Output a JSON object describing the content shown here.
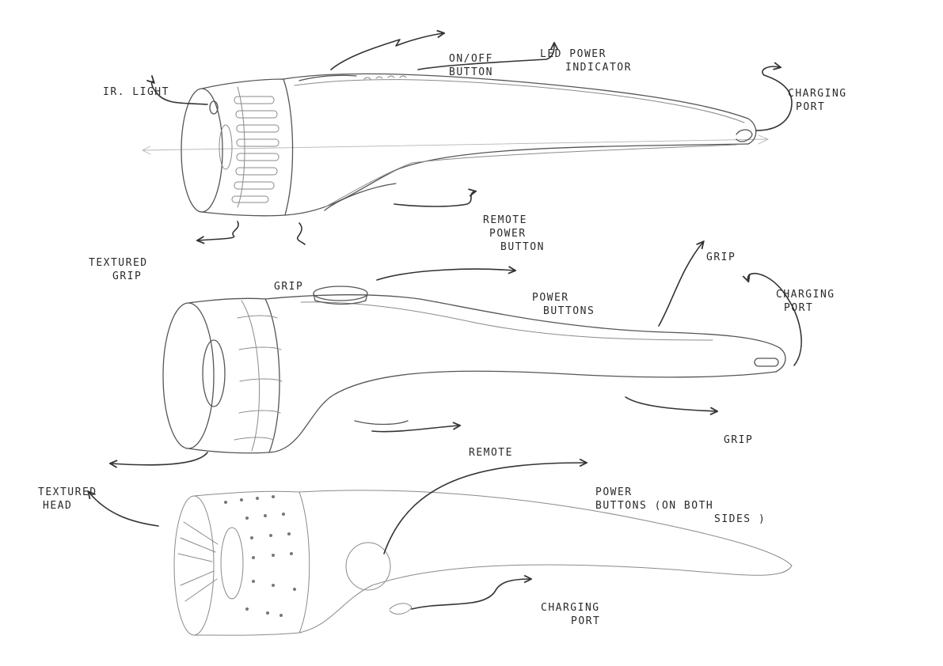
{
  "sketch1": {
    "on_off_button": [
      "ON/OFF",
      "BUTTON"
    ],
    "led_power_indicator": [
      "LED POWER",
      "INDICATOR"
    ],
    "ir_light": [
      "IR. LIGHT"
    ],
    "charging_port": [
      "CHARGING",
      "PORT"
    ],
    "remote_power_button": [
      "REMOTE",
      "POWER",
      "BUTTON"
    ],
    "textured_grip": [
      "TEXTURED",
      "GRIP"
    ],
    "grip": [
      "GRIP"
    ]
  },
  "sketch2": {
    "grip_top": [
      "GRIP"
    ],
    "charging_port": [
      "CHARGING",
      "PORT"
    ],
    "power_buttons": [
      "POWER",
      "BUTTONS"
    ],
    "remote": [
      "REMOTE"
    ],
    "grip_bottom": [
      "GRIP"
    ],
    "textured_head": [
      "TEXTURED",
      "HEAD"
    ]
  },
  "sketch3": {
    "power_buttons_both_sides": [
      "POWER",
      "BUTTONS (ON BOTH",
      "SIDES )"
    ],
    "charging_port": [
      "CHARGING",
      "PORT"
    ]
  },
  "colors": {
    "ink": "#2a2a2a",
    "pencil": "#555555",
    "pencil_light": "#b5b5b5",
    "paper": "#ffffff"
  }
}
